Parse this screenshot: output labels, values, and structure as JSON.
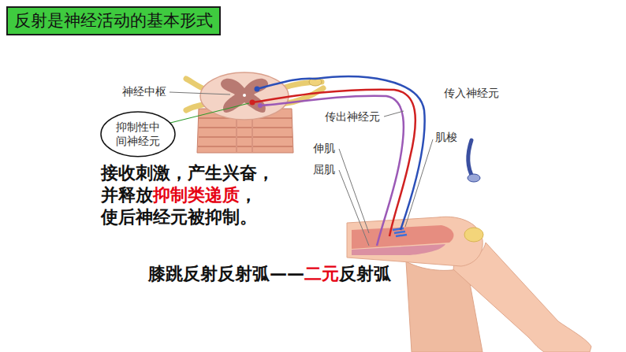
{
  "diagram": {
    "title": "反射是神经活动的基本形式",
    "nodes": [
      {
        "text": [
          "抑制性中间神经元"
        ]
      }
    ],
    "labels": [
      "神经中枢",
      "传出神经元",
      "传入神经元",
      "伸肌",
      "肌梭",
      "屈肌",
      "接收刺激，产生兴奋，",
      "并释放",
      "抑制类递质",
      "，",
      "使后神经元被抑制。",
      "膝跳反射反射弧——",
      "二元",
      "反射弧"
    ]
  }
}
